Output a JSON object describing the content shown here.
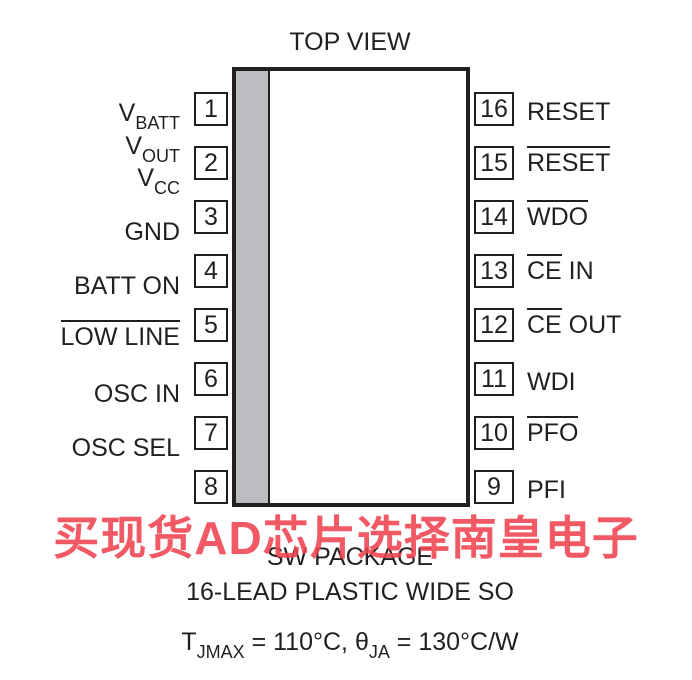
{
  "title": "TOP VIEW",
  "left_pins": [
    {
      "num": "1",
      "label": "V",
      "sub": "BATT"
    },
    {
      "num": "2",
      "label_top": "V",
      "sub_top": "OUT",
      "label": "V",
      "sub": "CC"
    },
    {
      "num": "3",
      "label": "GND"
    },
    {
      "num": "4",
      "label": "BATT ON"
    },
    {
      "num": "5",
      "label": "LOW LINE",
      "overline": true
    },
    {
      "num": "6",
      "label": "OSC IN"
    },
    {
      "num": "7",
      "label": "OSC SEL"
    },
    {
      "num": "8",
      "label": ""
    }
  ],
  "right_pins": [
    {
      "num": "16",
      "label": "RESET"
    },
    {
      "num": "15",
      "label": "RESET",
      "overline": true
    },
    {
      "num": "14",
      "label": "WDO",
      "overline": true
    },
    {
      "num": "13",
      "label_over": "CE",
      "label_rest": " IN"
    },
    {
      "num": "12",
      "label_over": "CE",
      "label_rest": " OUT"
    },
    {
      "num": "11",
      "label": "WDI"
    },
    {
      "num": "10",
      "label": "PFO",
      "overline": true
    },
    {
      "num": "9",
      "label": "PFI"
    }
  ],
  "package": {
    "name": "SW PACKAGE",
    "desc": "16-LEAD PLASTIC WIDE SO",
    "thermal": {
      "t_sym": "T",
      "t_sub": "JMAX",
      "t_val": " = 110°C, ",
      "theta_sym": "θ",
      "theta_sub": "JA",
      "theta_val": " = 130°C/W"
    }
  },
  "watermark": "买现货AD芯片选择南皇电子",
  "colors": {
    "ink": "#231f20",
    "stripe": "#bcbdc0",
    "watermark": "#f0434f"
  }
}
